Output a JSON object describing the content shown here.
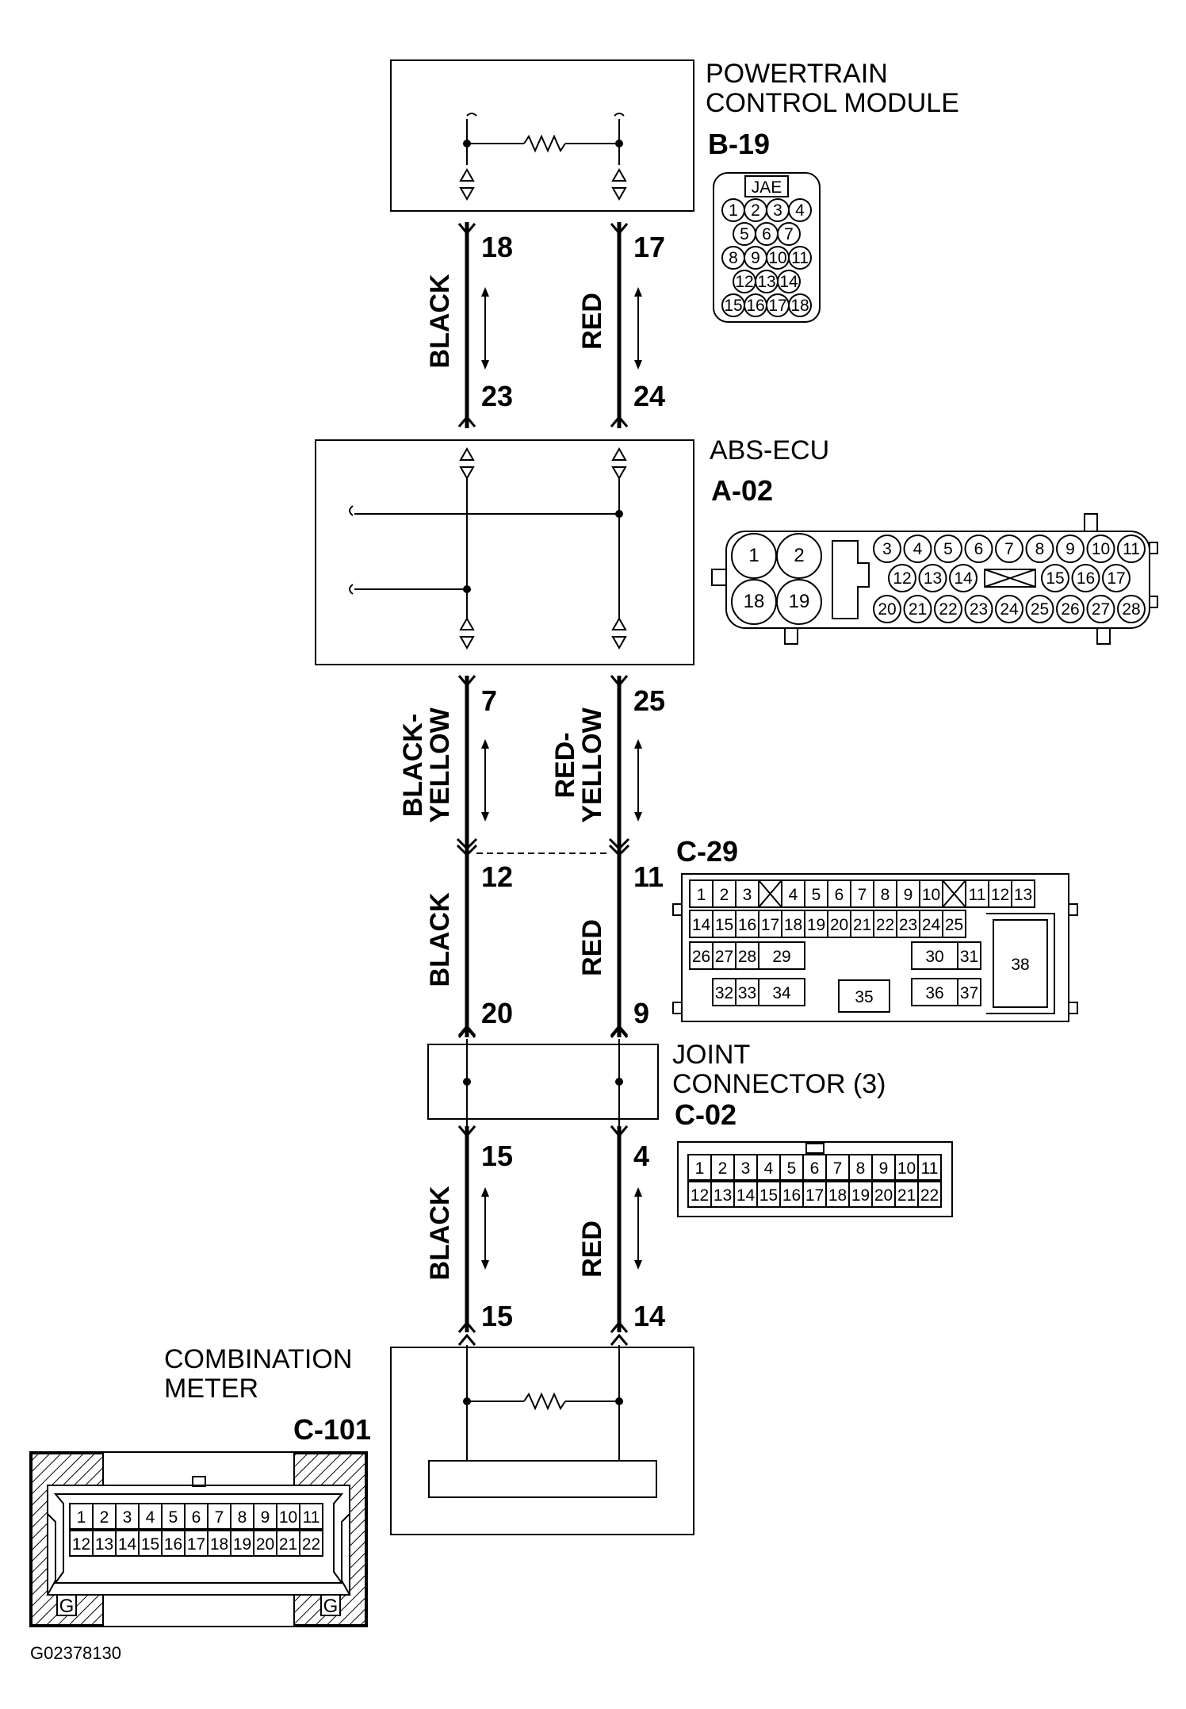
{
  "components": {
    "pcm": {
      "name_line1": "POWERTRAIN",
      "name_line2": "CONTROL MODULE",
      "connector": "B-19",
      "maker": "JAE",
      "pins": [
        [
          "1",
          "2",
          "3",
          "4"
        ],
        [
          "5",
          "6",
          "7"
        ],
        [
          "8",
          "9",
          "10",
          "11"
        ],
        [
          "12",
          "13",
          "14"
        ],
        [
          "15",
          "16",
          "17",
          "18"
        ]
      ]
    },
    "abs": {
      "name": "ABS-ECU",
      "connector": "A-02",
      "big_pins": [
        "1",
        "2",
        "18",
        "19"
      ],
      "row1": [
        "3",
        "4",
        "5",
        "6",
        "7",
        "8",
        "9",
        "10",
        "11"
      ],
      "row2a": [
        "12",
        "13",
        "14"
      ],
      "row2b": [
        "15",
        "16",
        "17"
      ],
      "row3": [
        "20",
        "21",
        "22",
        "23",
        "24",
        "25",
        "26",
        "27",
        "28"
      ]
    },
    "c29": {
      "connector": "C-29",
      "row1a": [
        "1",
        "2",
        "3"
      ],
      "row1b": [
        "4",
        "5",
        "6",
        "7",
        "8",
        "9",
        "10"
      ],
      "row1c": [
        "11",
        "12",
        "13"
      ],
      "row2": [
        "14",
        "15",
        "16",
        "17",
        "18",
        "19",
        "20",
        "21",
        "22",
        "23",
        "24",
        "25"
      ],
      "row3": [
        "26",
        "27",
        "28",
        "29",
        "30",
        "31"
      ],
      "row4": [
        "32",
        "33",
        "34",
        "35",
        "36",
        "37"
      ],
      "big": "38"
    },
    "joint": {
      "name_line1": "JOINT",
      "name_line2": "CONNECTOR (3)",
      "connector": "C-02",
      "row1": [
        "1",
        "2",
        "3",
        "4",
        "5",
        "6",
        "7",
        "8",
        "9",
        "10",
        "11"
      ],
      "row2": [
        "12",
        "13",
        "14",
        "15",
        "16",
        "17",
        "18",
        "19",
        "20",
        "21",
        "22"
      ]
    },
    "meter": {
      "name_line1": "COMBINATION",
      "name_line2": "METER",
      "connector": "C-101",
      "row1": [
        "1",
        "2",
        "3",
        "4",
        "5",
        "6",
        "7",
        "8",
        "9",
        "10",
        "11"
      ],
      "row2": [
        "12",
        "13",
        "14",
        "15",
        "16",
        "17",
        "18",
        "19",
        "20",
        "21",
        "22"
      ],
      "ground_mark": "G"
    }
  },
  "wires": {
    "seg1": {
      "left_color": "BLACK",
      "right_color": "RED",
      "left_top": "18",
      "right_top": "17",
      "left_bottom": "23",
      "right_bottom": "24"
    },
    "seg2": {
      "left_color_1": "BLACK-",
      "left_color_2": "YELLOW",
      "right_color_1": "RED-",
      "right_color_2": "YELLOW",
      "left_top": "7",
      "right_top": "25"
    },
    "seg3": {
      "left_color": "BLACK",
      "right_color": "RED",
      "left_top": "12",
      "right_top": "11",
      "left_bottom": "20",
      "right_bottom": "9"
    },
    "seg4": {
      "left_color": "BLACK",
      "right_color": "RED",
      "left_top": "15",
      "right_top": "4",
      "left_bottom": "15",
      "right_bottom": "14"
    }
  },
  "figure_id": "G02378130"
}
